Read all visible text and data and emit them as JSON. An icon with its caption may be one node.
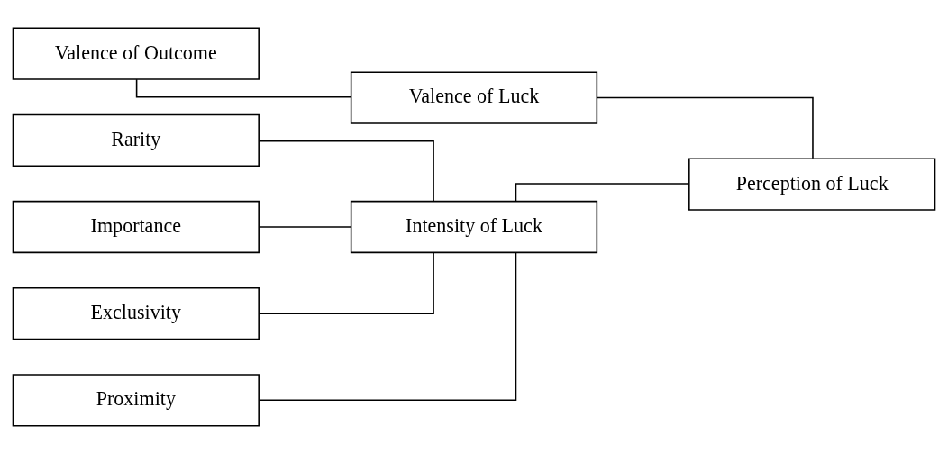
{
  "diagram": {
    "nodes": [
      {
        "text": [
          "Valence of Outcome"
        ]
      },
      {
        "text": [
          "Valence of Luck"
        ]
      },
      {
        "text": [
          "Rarity"
        ]
      },
      {
        "text": [
          "Importance"
        ]
      },
      {
        "text": [
          "Exclusivity"
        ]
      },
      {
        "text": [
          "Proximity"
        ]
      },
      {
        "text": [
          "Intensity of Luck"
        ]
      },
      {
        "text": [
          "Perception of Luck"
        ]
      }
    ],
    "edges": [
      {
        "from": 0,
        "to": 1,
        "arrow": "none"
      },
      {
        "from": 1,
        "to": 7,
        "arrow": "none"
      },
      {
        "from": 2,
        "to": 6,
        "arrow": "none"
      },
      {
        "from": 3,
        "to": 6,
        "arrow": "none"
      },
      {
        "from": 4,
        "to": 6,
        "arrow": "none"
      },
      {
        "from": 5,
        "to": 6,
        "arrow": "none"
      },
      {
        "from": 6,
        "to": 7,
        "arrow": "none"
      }
    ]
  }
}
